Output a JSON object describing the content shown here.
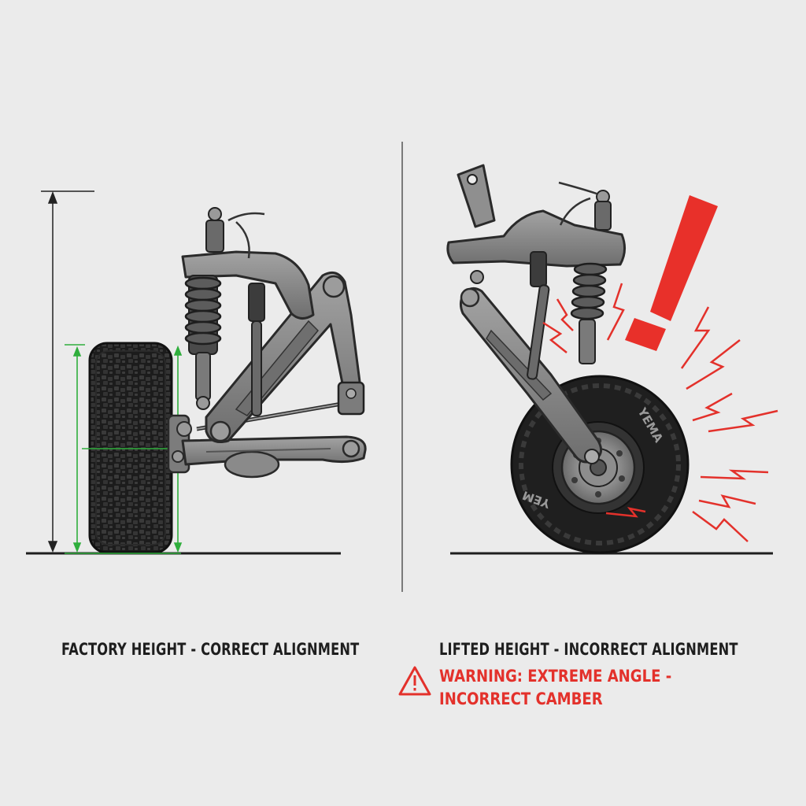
{
  "panels": {
    "left": {
      "caption": "FACTORY HEIGHT - CORRECT ALIGNMENT"
    },
    "right": {
      "caption": "LIFTED HEIGHT - INCORRECT ALIGNMENT",
      "tire_marking_top": "YEMA",
      "tire_marking_bottom": "YEM",
      "warning": {
        "icon": "warning-triangle-icon",
        "line1": "WARNING: EXTREME ANGLE -",
        "line2": "INCORRECT CAMBER"
      }
    }
  },
  "colors": {
    "background": "#ebebeb",
    "ink": "#1e1e1e",
    "metal": "#8a8a8a",
    "tire": "#222222",
    "guide_green": "#2fae3c",
    "warning_red": "#e3312b"
  }
}
